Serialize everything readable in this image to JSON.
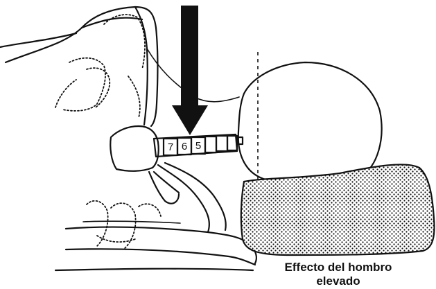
{
  "vertebrae": [
    {
      "label": "7"
    },
    {
      "label": "6"
    },
    {
      "label": "5"
    }
  ],
  "caption": {
    "line1": "Effecto del hombro",
    "line2": "elevado"
  }
}
